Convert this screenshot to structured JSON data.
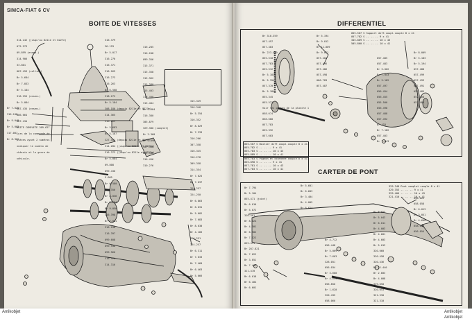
{
  "header": {
    "left_running_head": "SIMCA-FIAT 6 CV"
  },
  "sections": {
    "gearbox": "BOITE DE VITESSES",
    "differential": "DIFFERENTIEL",
    "axle_housing": "CARTER DE PONT"
  },
  "gearbox_labels": [
    "314.242 (jusqu'au 8211e et 8227e)",
    "072.973",
    "09.899 (ensem.)",
    "314.906",
    "33.801",
    "087.459 (collier)",
    "Br 5.684",
    "Br 7.033",
    "Br 5.184",
    "316.255 (ensem.)",
    "Br 5.084",
    "087.435 (ensem.)",
    "086.664",
    "087.434",
    "BOITE COMPLETE 309.627",
    "Lors de la commande de",
    "pièces ayant 2 numéros",
    "indiquer le numéro de",
    "châssis et le genre de",
    "véhicule.",
    "316.379",
    "36.193",
    "Br 5.017",
    "316.270",
    "316.371",
    "316.269",
    "316.273",
    "316.263",
    "Br 6.568",
    "318.272",
    "Br 5.184",
    "308.180 (depuis 8211e et 8227e)",
    "314.365",
    "316.269",
    "Br 5.683",
    "Br 5.187",
    "327.451 (depuis 8211e et 8227e)",
    "314.284 (jusqu'au 8211e et 8227e)",
    "316.373 (jusqu'au 8211e et 8227e)",
    "Br 5.084",
    "09.808",
    "099.436",
    "5.085",
    "Br 6.580",
    "056.356",
    "Br 8.036",
    "Br 2.684",
    "Br 9.050",
    "316.398",
    "Br 7.031",
    "316.296",
    "316.397",
    "099.608",
    "099.938",
    "099.966",
    "316.374",
    "314.316",
    "316.285",
    "316.208",
    "099.356",
    "315.371",
    "315.358",
    "315.362",
    "315.380",
    "315.403",
    "315.400",
    "315.404",
    "Br 2.684",
    "316.380",
    "305.879",
    "329.380 (complet)",
    "Br 2.360",
    "Br 2.396",
    "307.306",
    "081.346",
    "316.456",
    "310.276",
    "315.349",
    "316.348",
    "Br 5.354",
    "316.352",
    "Br 8.029",
    "Br 7.333",
    "316.266",
    "307.358",
    "316.345",
    "316.278",
    "309.358",
    "314.354",
    "Br 7.025",
    "Br 7.037",
    "324.257",
    "324.250",
    "Br 6.863",
    "Br 6.031",
    "Br 5.002",
    "Br 7.683",
    "Br 8.030",
    "Br 4.166",
    "324.251",
    "324.257",
    "Br 6.311",
    "Br 7.033",
    "Br 7.460",
    "Br 6.463",
    "Br 5.066",
    "Br 7.025",
    "316.248",
    "Br 9.049",
    "Br 5.003",
    "317.001",
    "Br 8.302"
  ],
  "diff_labels": [
    "Br 310.359",
    "057.497",
    "057.483",
    "Br 223.430",
    "055.510",
    "057.783",
    "055.512",
    "Br 5.183",
    "Br 5.354",
    "057.370",
    "Br 5.184",
    "055.345",
    "055.523",
    "Voir les poches de la planche 1",
    "058.674",
    "058.680",
    "057.783",
    "055.332",
    "057.603",
    "Br 5.194",
    "Br 9.012",
    "Br 12.009",
    "Br 9.011",
    "057.402",
    "057.496",
    "057.486",
    "057.498",
    "086.783",
    "057.487",
    "057.485",
    "057.483",
    "Br 5.002",
    "Br 7.043",
    "Br 5.182",
    "057.497",
    "056.454",
    "056.455",
    "055.500",
    "056.498",
    "057.488",
    "057.492",
    "Br 433",
    "Br 7.182",
    "057.403",
    "Br 7.043",
    "Br 8.009",
    "Br 5.183",
    "Br 5.194",
    "057.488",
    "057.499",
    "057.493",
    "057.491",
    "057.485",
    "057.468",
    "057.484"
  ],
  "diff_table_top": [
    "055.507 S   Support diff.coupl.couple 8 x 41",
    "057.782 S   --       --      --   9 x 41",
    "345.869 S   --       --      --   10 x 43",
    "505.860 S   --       --      --   10 x 41"
  ],
  "diff_table_bottom_a": [
    "055.507 S   Boitier diff.coupl.couple 8 x 41",
    "055.782 S   --       --      --   9 x 41",
    "055.783 S   --       --      --   10 x 43",
    "055.889 S   --       --      --   10 x 41"
  ],
  "diff_table_bottom_b": [
    "055.783 S   Pignon et couronne couple 8 x 41",
    "055.890 S   --       --      --   9 x 41",
    "057.781 S   --       --      --   10 x 43",
    "057.783 S   --       --      --   10 x 41"
  ],
  "axle_table": [
    "329.348  Pont complet couple 8 x 41",
    "329.353  --    --    --    9 x 41",
    "329.406  --    --    --    10 x 43",
    "321.410  --    --    --    10 x 41"
  ],
  "axle_labels": [
    "Br 7.794",
    "Br 5.104",
    "055.471 (joint)",
    "Br 6.010",
    "Br 5.072",
    "320.401",
    "Br 8.024",
    "Br 4.301",
    "Br 6.902",
    "Br 7.022",
    "055.431",
    "Br 287.821",
    "Br 7.022",
    "Br 3.051",
    "Br 7.403",
    "321.470",
    "Br 6.018",
    "Br 6.404",
    "Br 6.601",
    "Br 5.601",
    "Br 6.603",
    "Br 3.404",
    "Br 4.005",
    "Br 6.614",
    "Br 4.712",
    "056.448",
    "Br 5.069",
    "Br 7.603",
    "328.051",
    "056.034",
    "Br 3.600",
    "Br 4.633",
    "056.850",
    "Br 1.620",
    "320.435",
    "058.060",
    "Br 6.653",
    "Br 5.043",
    "Br 6.011",
    "Br 4.003",
    "Br 4.601",
    "Br 4.603",
    "Br 5.013",
    "320.060",
    "320.458",
    "320.436",
    "Br 32.440",
    "Br 2.603",
    "Br 4.008",
    "329.050",
    "320.053",
    "321.330",
    "321.310",
    "058.022",
    "058.058",
    "Br 6.013",
    "Br 3.051",
    "Br 4.600",
    "058.059",
    "056.054"
  ],
  "watermark": {
    "line1": "Antikobjet",
    "line2": "Antikobjet",
    "line3": "Antikobjet"
  }
}
